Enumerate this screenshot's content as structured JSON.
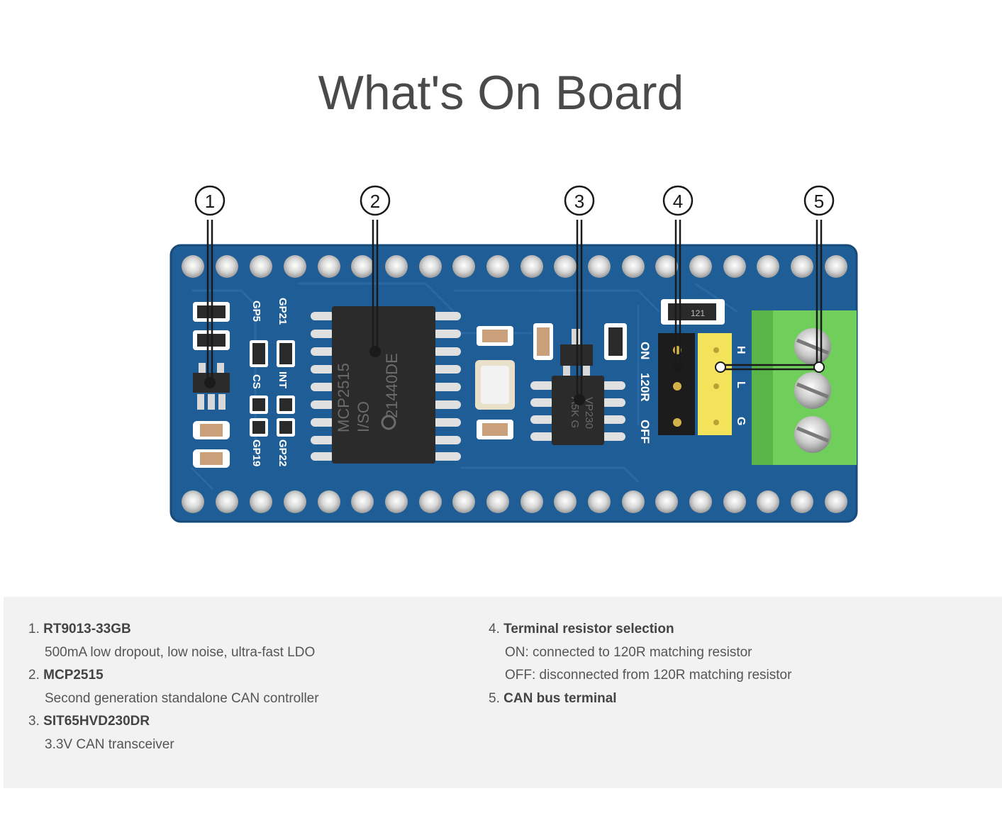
{
  "title": "What's On Board",
  "callouts": [
    "1",
    "2",
    "3",
    "4",
    "5"
  ],
  "silkscreen": {
    "gp21": "GP21",
    "gp5": "GP5",
    "int": "INT",
    "cs": "CS",
    "gp19": "GP19",
    "gp22": "GP22",
    "on": "ON",
    "r120": "120R",
    "off": "OFF",
    "h": "H",
    "l": "L",
    "g": "G",
    "res_code": "121"
  },
  "chip": {
    "line1": "MCP2515",
    "line2": "I/SO",
    "line3": "21440DE",
    "transceiver1": "VP230",
    "transceiver2": "A5K G"
  },
  "items_left": [
    {
      "num": "1.",
      "name": "RT9013-33GB",
      "desc": [
        "500mA low dropout, low noise, ultra-fast LDO"
      ]
    },
    {
      "num": "2.",
      "name": "MCP2515",
      "desc": [
        "Second generation standalone CAN controller"
      ]
    },
    {
      "num": "3.",
      "name": "SIT65HVD230DR",
      "desc": [
        "3.3V CAN transceiver"
      ]
    }
  ],
  "items_right": [
    {
      "num": "4.",
      "name": "Terminal resistor selection",
      "desc": [
        "ON: connected to 120R matching resistor",
        "OFF: disconnected from 120R matching resistor"
      ]
    },
    {
      "num": "5.",
      "name": "CAN bus terminal",
      "desc": []
    }
  ],
  "colors": {
    "pcb": "#1f5d96",
    "pcb_dark": "#174b7c",
    "chip": "#2b2b2b",
    "terminal": "#6fcf5a",
    "jumper": "#f2e35a",
    "panel": "#f2f2f2"
  }
}
